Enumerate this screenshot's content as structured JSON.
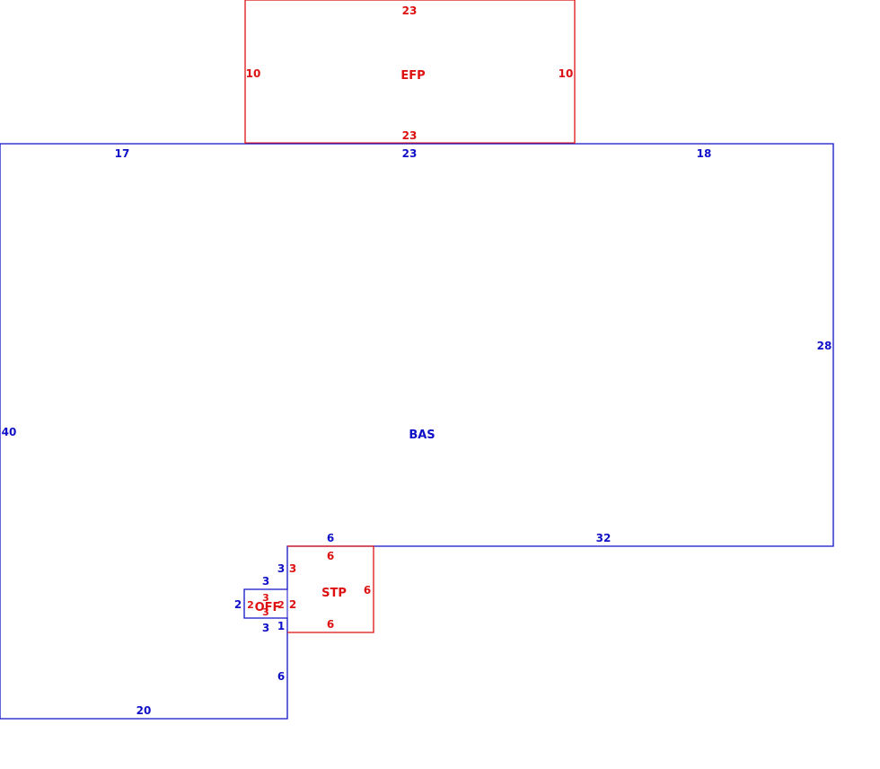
{
  "colors": {
    "main_area": "#1010c8",
    "addition_area": "#dd1111",
    "background": "#ffffff"
  },
  "areas": {
    "efp": {
      "label": "EFP",
      "top": "23",
      "left": "10",
      "right": "10",
      "bottom": "23"
    },
    "bas": {
      "label": "BAS",
      "top_left": "17",
      "top_mid": "23",
      "top_right": "18",
      "right": "28",
      "left": "40",
      "step_top_left": "6",
      "step_top_right": "32",
      "notch_right_top": "3",
      "notch_right_bottom": "1",
      "notch_lower": "6",
      "bottom": "20"
    },
    "stp": {
      "label": "STP",
      "top": "6",
      "right": "6",
      "bottom": "6",
      "left_top": "3",
      "left_mid": "2"
    },
    "off": {
      "label": "OFF",
      "outer_top": "3",
      "outer_left": "2",
      "outer_bottom": "3",
      "inner_top": "3",
      "inner_left": "2",
      "inner_right": "2",
      "inner_bottom": "3"
    }
  }
}
